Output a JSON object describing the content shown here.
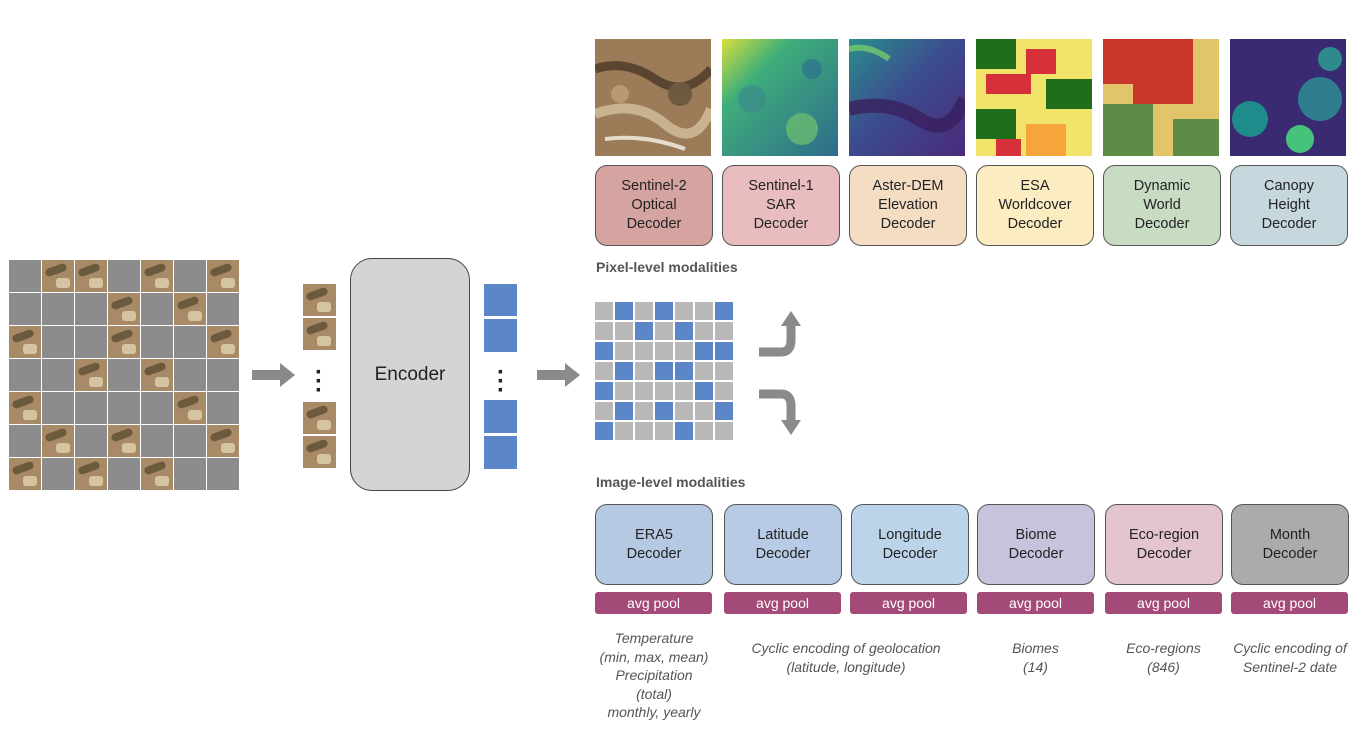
{
  "encoder_label": "Encoder",
  "pixel_section": "Pixel-level modalities",
  "image_section": "Image-level modalities",
  "pixel_decoders": [
    {
      "label": "Sentinel-2\nOptical\nDecoder",
      "color": "#d6a4a0"
    },
    {
      "label": "Sentinel-1\nSAR\nDecoder",
      "color": "#e9bdc0"
    },
    {
      "label": "Aster-DEM\nElevation\nDecoder",
      "color": "#f5ddc4"
    },
    {
      "label": "ESA\nWorldcover\nDecoder",
      "color": "#fbecc1"
    },
    {
      "label": "Dynamic\nWorld\nDecoder",
      "color": "#c8dcc4"
    },
    {
      "label": "Canopy\nHeight\nDecoder",
      "color": "#c6d8dd"
    }
  ],
  "image_decoders": [
    {
      "label": "ERA5\nDecoder",
      "color": "#b6c9e3"
    },
    {
      "label": "Latitude\nDecoder",
      "color": "#b8cbe6"
    },
    {
      "label": "Longitude\nDecoder",
      "color": "#bcd4ea"
    },
    {
      "label": "Biome\nDecoder",
      "color": "#c8c2dc"
    },
    {
      "label": "Eco-region\nDecoder",
      "color": "#e4c4cf"
    },
    {
      "label": "Month\nDecoder",
      "color": "#ababab"
    }
  ],
  "pool_label": "avg pool",
  "notes": [
    "Temperature\n(min, max, mean)\nPrecipitation\n(total)\nmonthly, yearly",
    "Cyclic encoding of geolocation\n(latitude, longitude)",
    "Biomes\n(14)",
    "Eco-regions\n(846)",
    "Cyclic encoding of\nSentinel-2 date"
  ],
  "colors": {
    "token_blue": "#5b87c9",
    "mask_gray": "#8c8c8c",
    "pool": "#a44a78",
    "arrow": "#8a8a8a"
  }
}
